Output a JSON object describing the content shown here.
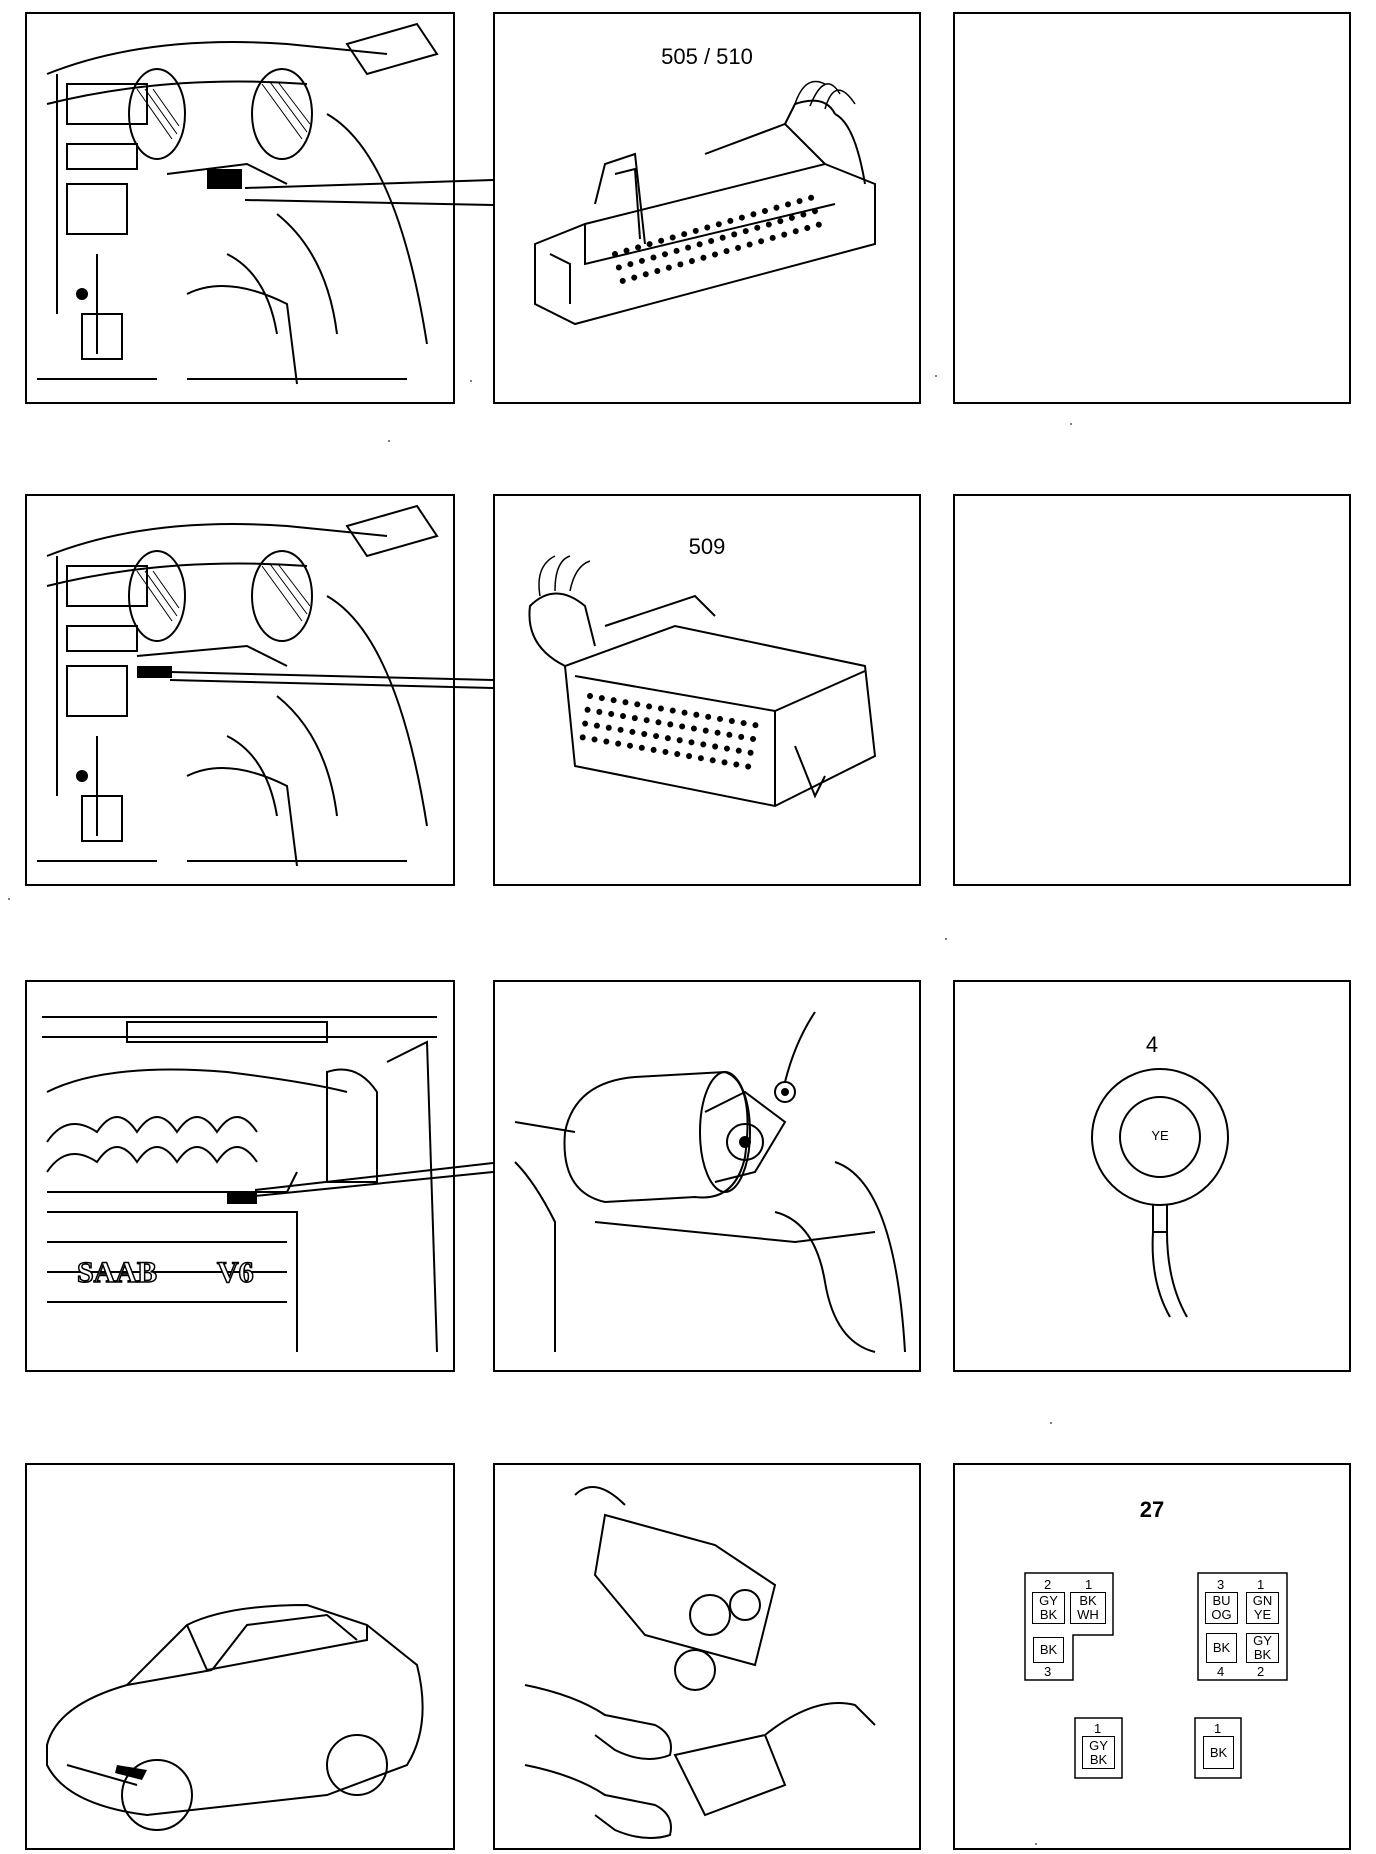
{
  "row1": {
    "connector_label": "505 / 510"
  },
  "row2": {
    "connector_label": "509"
  },
  "row3": {
    "sensor_label": "4",
    "sensor_color": "YE",
    "engine_badge_left": "SAAB",
    "engine_badge_right": "V6"
  },
  "row4": {
    "fuse_label": "27",
    "left_block": {
      "pin_top_left": "2",
      "pin_top_right": "1",
      "pin_bottom": "3",
      "cell_top_left": [
        "GY",
        "BK"
      ],
      "cell_top_right": [
        "BK",
        "WH"
      ],
      "cell_bottom": "BK"
    },
    "right_block": {
      "pin_top_left": "3",
      "pin_top_right": "1",
      "pin_bottom_left": "4",
      "pin_bottom_right": "2",
      "cell_top_left": [
        "BU",
        "OG"
      ],
      "cell_top_right": [
        "GN",
        "YE"
      ],
      "cell_bottom_left": "BK",
      "cell_bottom_right": [
        "GY",
        "BK"
      ]
    },
    "single_left": {
      "pin": "1",
      "cell": [
        "GY",
        "BK"
      ]
    },
    "single_right": {
      "pin": "1",
      "cell": "BK"
    }
  },
  "colors": {
    "line": "#000000",
    "background": "#ffffff"
  }
}
